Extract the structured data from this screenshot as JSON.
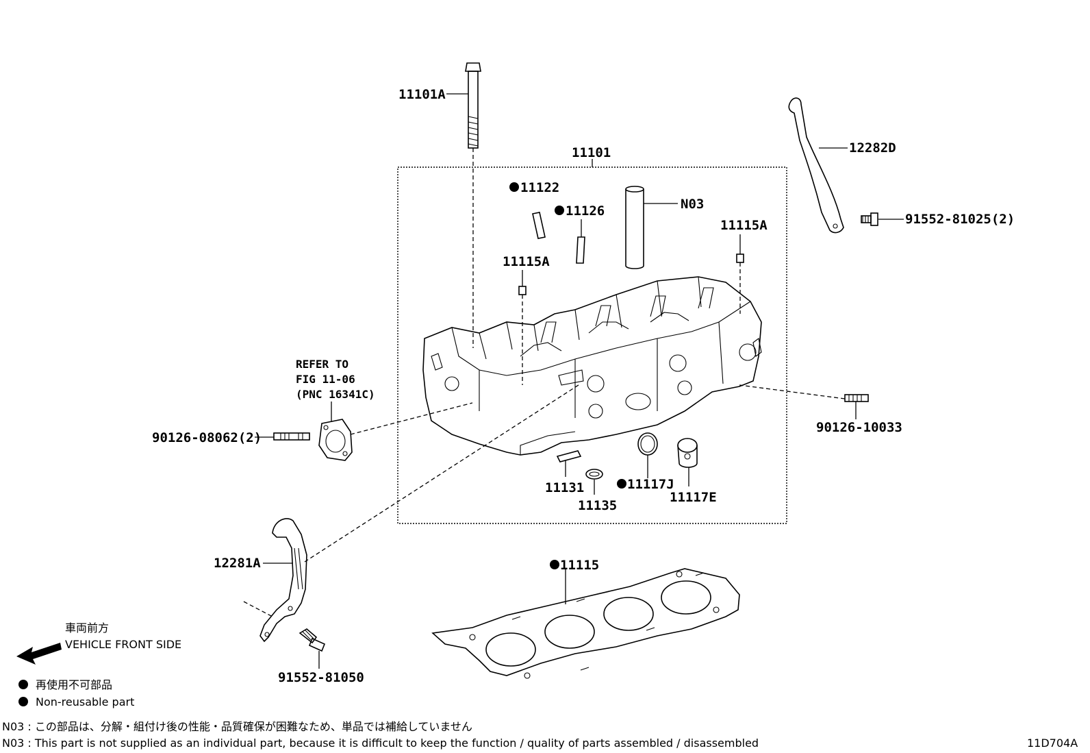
{
  "diagram": {
    "assembly_label": "11101",
    "callouts": {
      "bolt_long": "11101A",
      "guide_12282D": "12282D",
      "bolt_91552_81025": "91552-81025(2)",
      "pin_11122": "11122",
      "pin_11126": "11126",
      "sleeve_N03": "N03",
      "plug_11115A_right": "11115A",
      "plug_11115A_left": "11115A",
      "stud_90126_10033": "90126-10033",
      "stud_90126_08062": "90126-08062(2)",
      "gasket_11131": "11131",
      "ring_11135": "11135",
      "seal_11117J": "11117J",
      "plug_11117E": "11117E",
      "guide_12281A": "12281A",
      "head_gasket_11115": "11115",
      "bolt_91552_81050": "91552-81050"
    },
    "refer_note": [
      "REFER TO",
      "FIG 11-06",
      "(PNC 16341C)"
    ],
    "direction": {
      "jp": "車両前方",
      "en": "VEHICLE FRONT SIDE"
    },
    "legend": {
      "jp": "再使用不可部品",
      "en": "Non-reusable part"
    },
    "footnotes": {
      "jp": "N03 : この部品は、分解・組付け後の性能・品質確保が困難なため、単品では補給していません",
      "en": "N03 : This part is not supplied as an individual part, because it is difficult to keep the function / quality of parts  assembled / disassembled"
    },
    "figure_code": "11D704A"
  }
}
